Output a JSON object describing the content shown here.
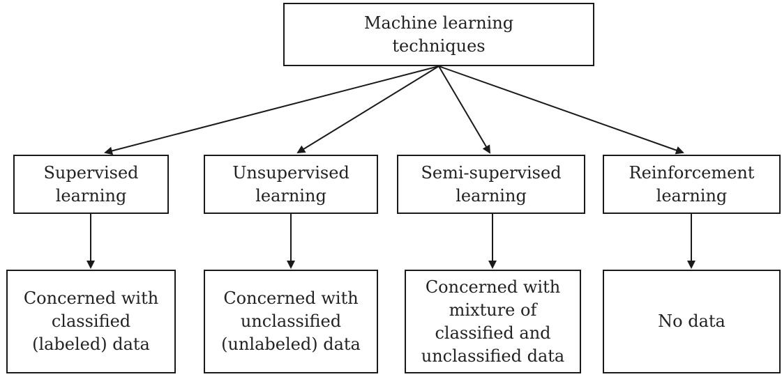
{
  "root": {
    "label": "Machine learning\ntechniques"
  },
  "categories": [
    {
      "label": "Supervised\nlearning",
      "description": "Concerned with\nclassified\n(labeled) data"
    },
    {
      "label": "Unsupervised\nlearning",
      "description": "Concerned with\nunclassified\n(unlabeled) data"
    },
    {
      "label": "Semi-supervised\nlearning",
      "description": "Concerned with\nmixture of\nclassified and\nunclassified data"
    },
    {
      "label": "Reinforcement\nlearning",
      "description": "No data"
    }
  ],
  "colors": {
    "stroke": "#1a1a1a",
    "text": "#222222",
    "background": "#ffffff"
  }
}
